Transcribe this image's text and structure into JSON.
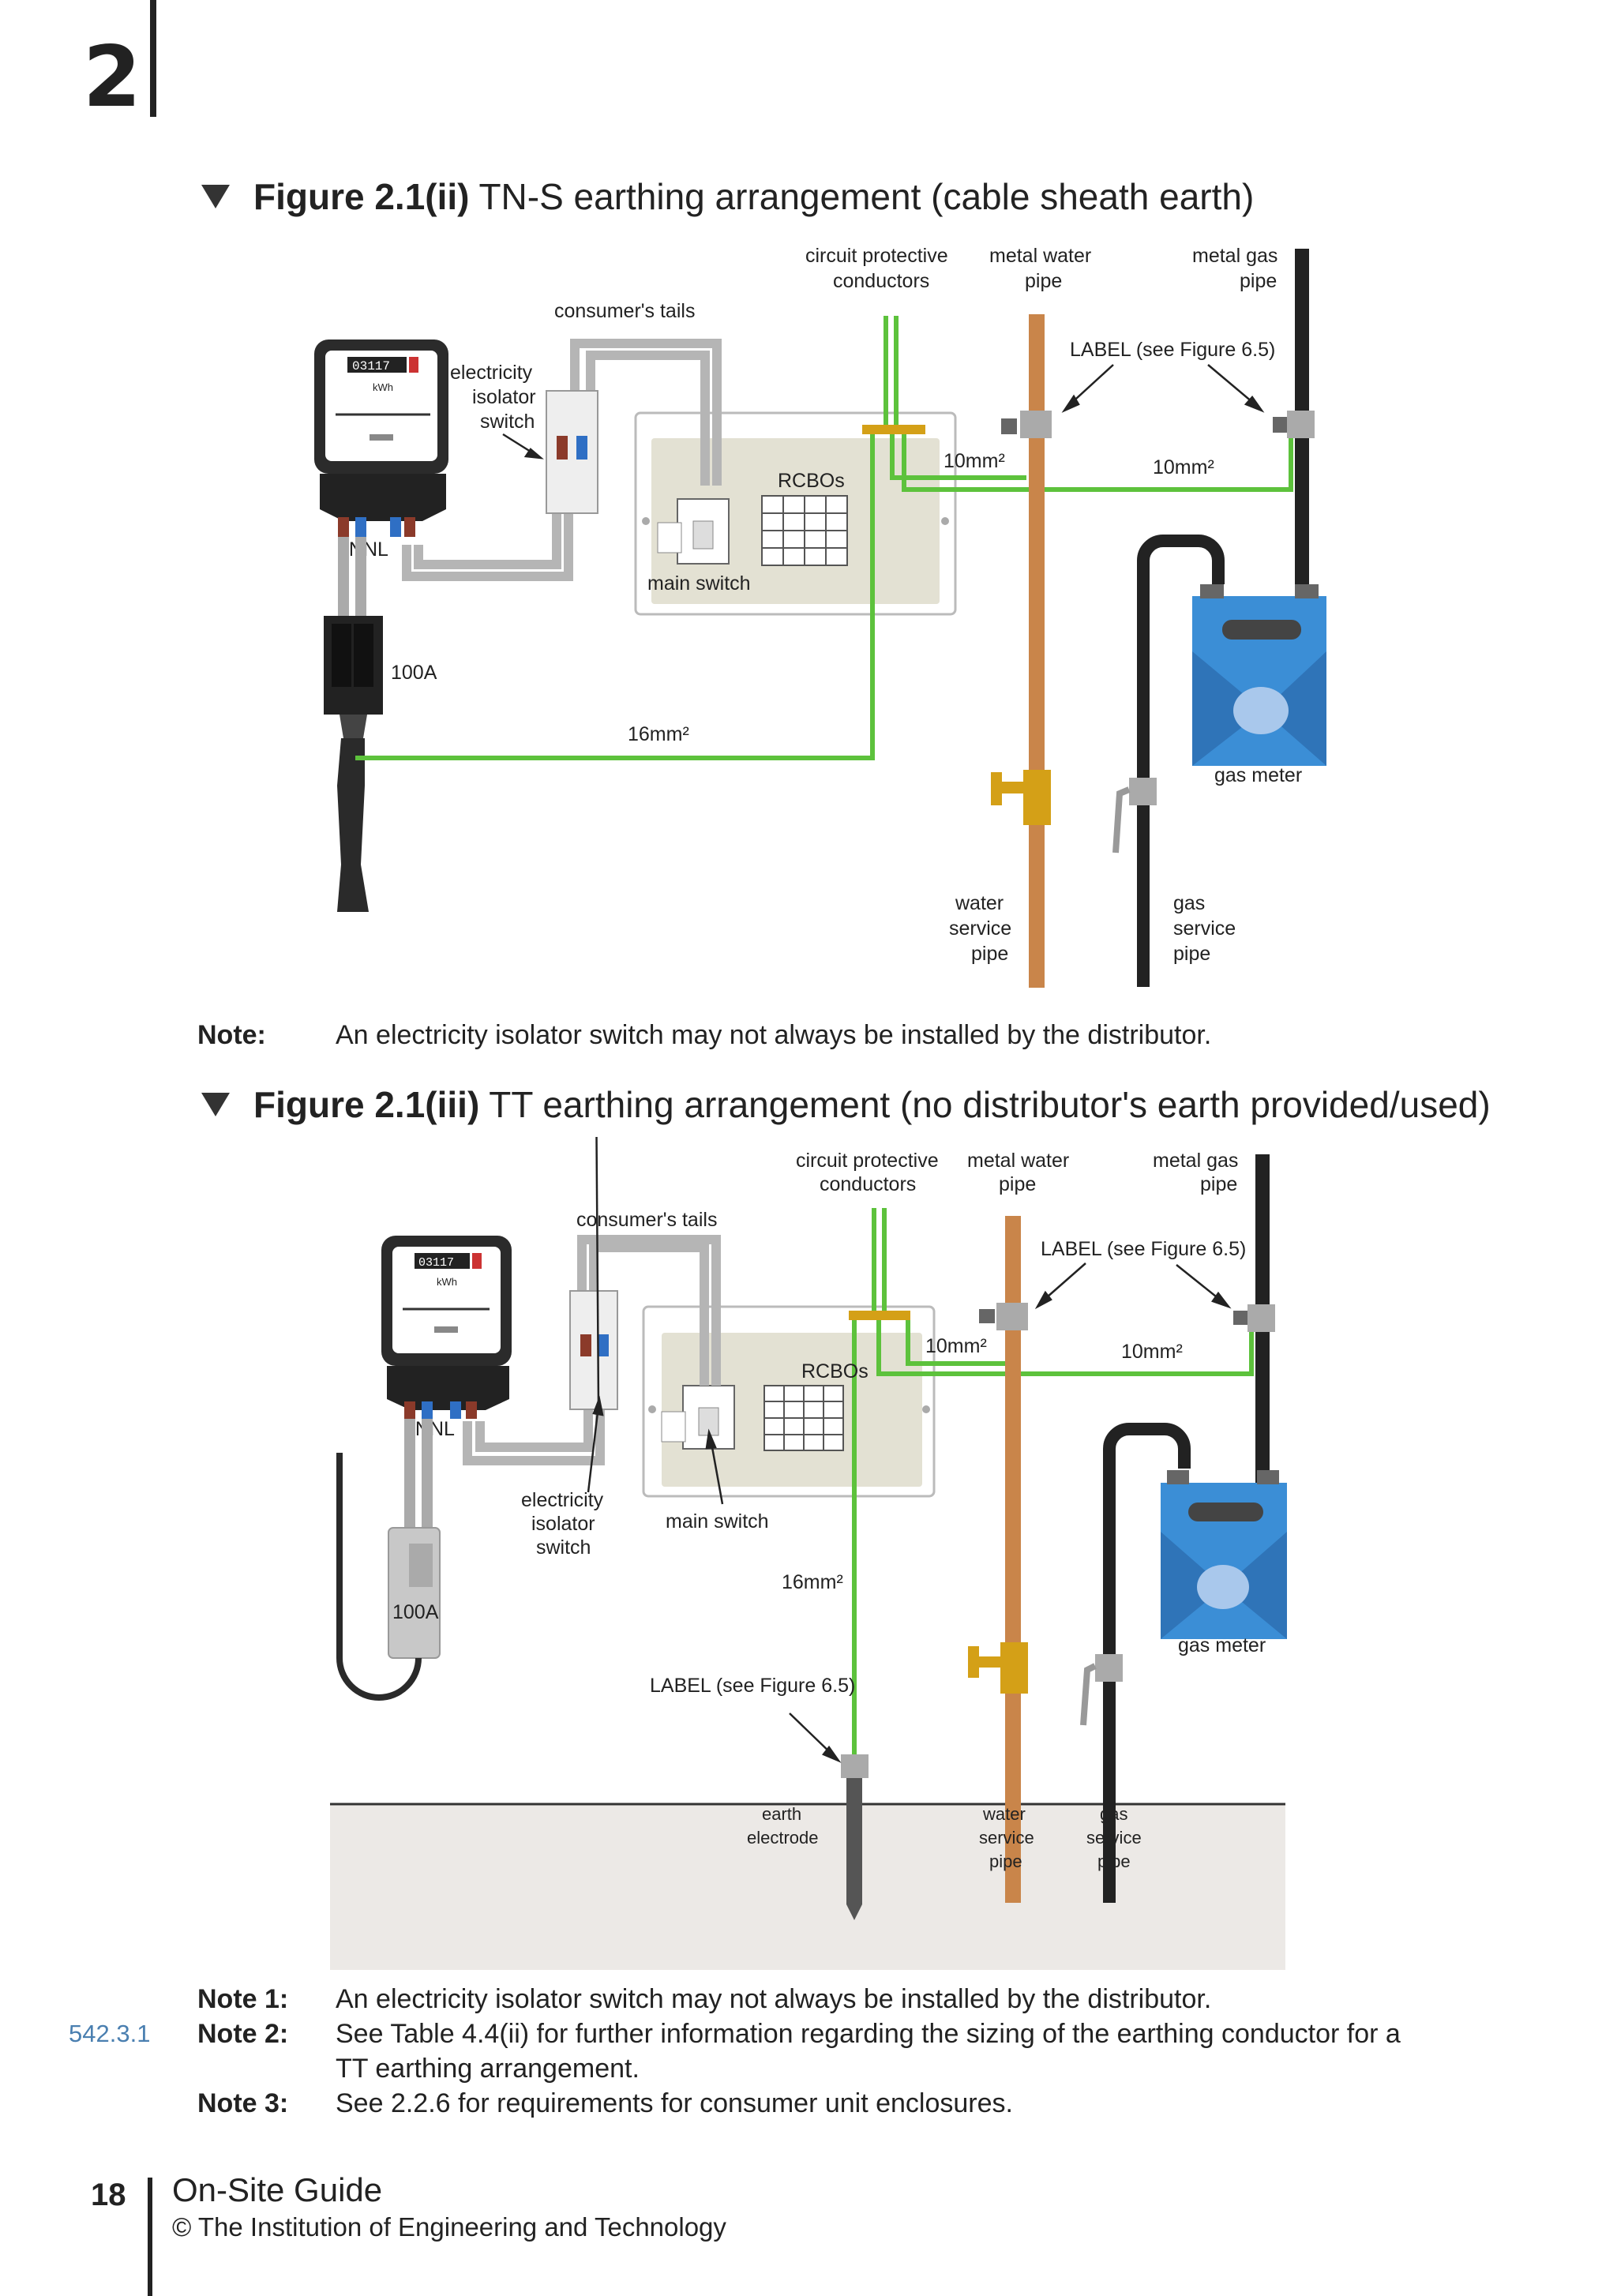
{
  "chapter": "2",
  "figure1": {
    "number": "Figure 2.1(ii)",
    "caption": "TN-S earthing arrangement (cable sheath earth)",
    "labels": {
      "cpc": [
        "circuit protective",
        "conductors"
      ],
      "water_pipe": [
        "metal water",
        "pipe"
      ],
      "gas_pipe": [
        "metal gas",
        "pipe"
      ],
      "consumer_tails": "consumer's tails",
      "label_ref": "LABEL (see Figure 6.5)",
      "isolator": [
        "electricity",
        "isolator",
        "switch"
      ],
      "rcbos": "RCBOs",
      "main_switch": "main switch",
      "size_a": "10mm²",
      "size_b": "10mm²",
      "size_c": "16mm²",
      "fuse": "100A",
      "gas_meter": "gas meter",
      "water_service": [
        "water",
        "service",
        "pipe"
      ],
      "gas_service": [
        "gas",
        "service",
        "pipe"
      ],
      "meter_reading": "03117",
      "meter_unit": "kWh",
      "lnnl": "LNNL"
    },
    "note_label": "Note:",
    "note_text": "An electricity isolator switch may not always be installed by the distributor."
  },
  "figure2": {
    "number": "Figure 2.1(iii)",
    "caption": "TT earthing arrangement (no distributor's earth provided/used)",
    "labels": {
      "cpc": [
        "circuit protective",
        "conductors"
      ],
      "water_pipe": [
        "metal water",
        "pipe"
      ],
      "gas_pipe": [
        "metal gas",
        "pipe"
      ],
      "consumer_tails": "consumer's tails",
      "label_ref": "LABEL (see Figure 6.5)",
      "label_ref2": "LABEL (see Figure 6.5)",
      "isolator": [
        "electricity",
        "isolator",
        "switch"
      ],
      "rcbos": "RCBOs",
      "main_switch": "main switch",
      "size_a": "10mm²",
      "size_b": "10mm²",
      "size_c": "16mm²",
      "fuse": "100A",
      "gas_meter": "gas meter",
      "earth_electrode": [
        "earth",
        "electrode"
      ],
      "water_service": [
        "water",
        "service",
        "pipe"
      ],
      "gas_service": [
        "gas",
        "service",
        "pipe"
      ],
      "meter_reading": "03117",
      "meter_unit": "kWh",
      "lnnl": "LNNL"
    }
  },
  "notes": [
    {
      "label": "Note 1:",
      "text": "An electricity isolator switch may not always be installed by the distributor."
    },
    {
      "label": "Note 2:",
      "text": "See Table 4.4(ii) for further information regarding the sizing of the earthing conductor for a"
    },
    {
      "label": "",
      "text": "TT earthing arrangement."
    },
    {
      "label": "Note 3:",
      "text": "See 2.2.6 for requirements for consumer unit enclosures."
    }
  ],
  "margin_ref": "542.3.1",
  "footer": {
    "page_number": "18",
    "title": "On-Site Guide",
    "copyright": "© The Institution of Engineering and Technology"
  },
  "colors": {
    "cpc_green": "#5dc23c",
    "copper": "#c9854a",
    "gas_blue": "#3b8ed6",
    "brass": "#d4a017",
    "cu_panel": "#e3e1d3",
    "ground": "#ece9e6"
  }
}
